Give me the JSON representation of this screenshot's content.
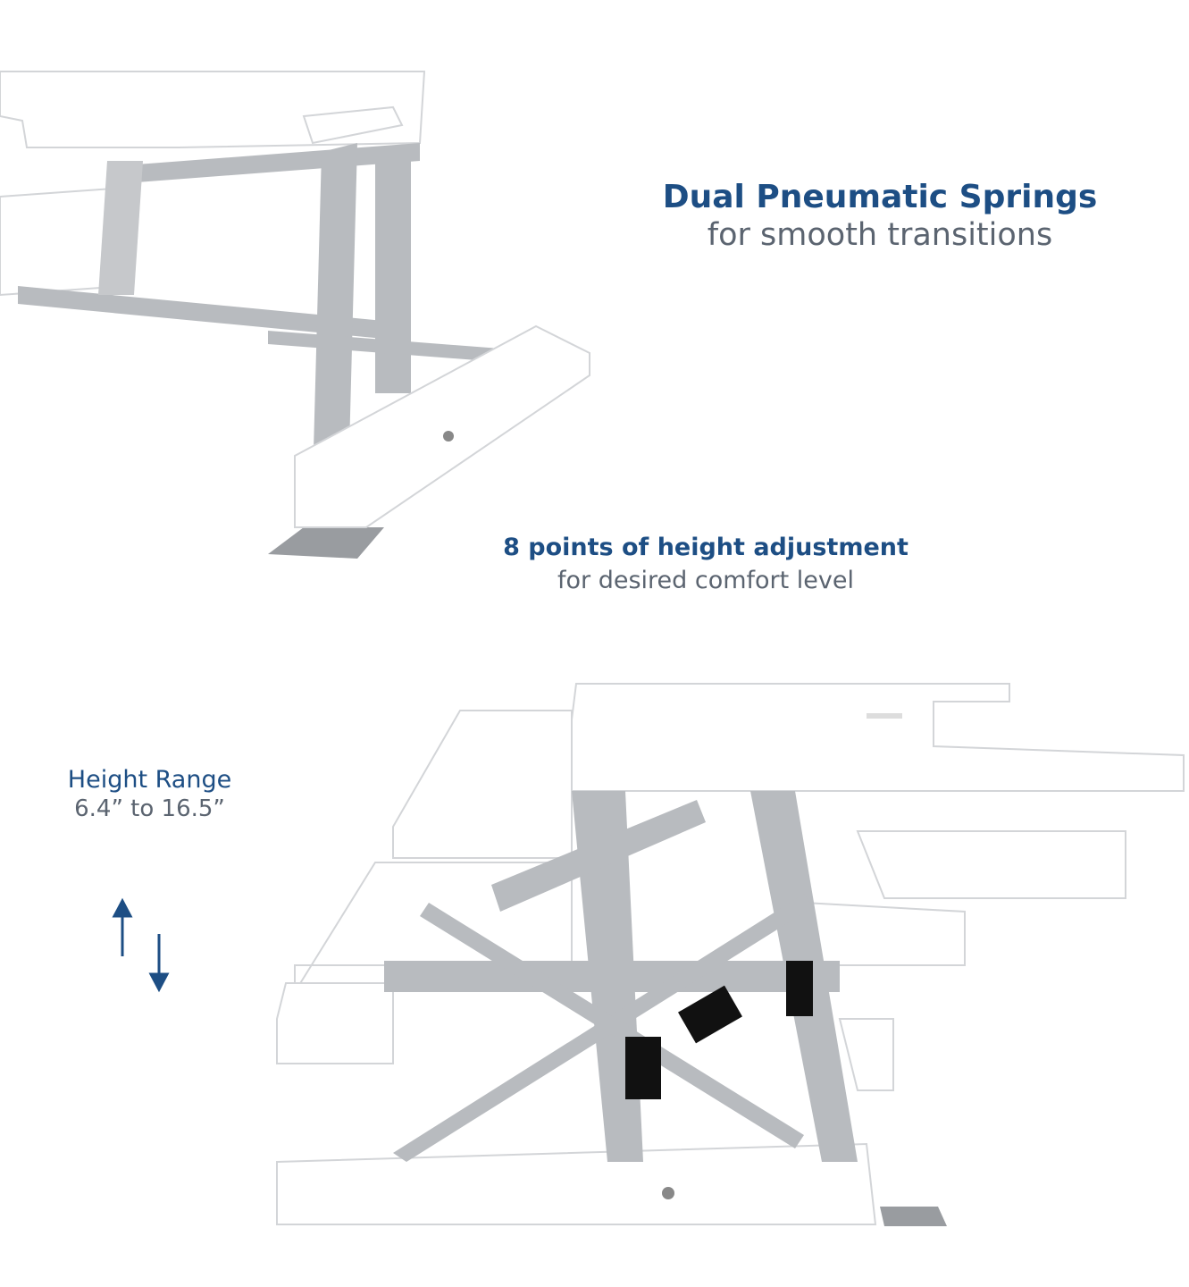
{
  "captions": {
    "springs": {
      "title": "Dual Pneumatic Springs",
      "subtitle": "for smooth transitions"
    },
    "adjust": {
      "title": "8 points of height adjustment",
      "subtitle": "for desired comfort level"
    },
    "range": {
      "title": "Height Range",
      "subtitle": "6.4” to 16.5”"
    }
  },
  "icons": {
    "arrows": "up-down-arrows-icon"
  },
  "colors": {
    "title": "#1d4e84",
    "subtitle": "#5b6470",
    "metal": "#b5b8bc",
    "desk": "#ffffff"
  }
}
